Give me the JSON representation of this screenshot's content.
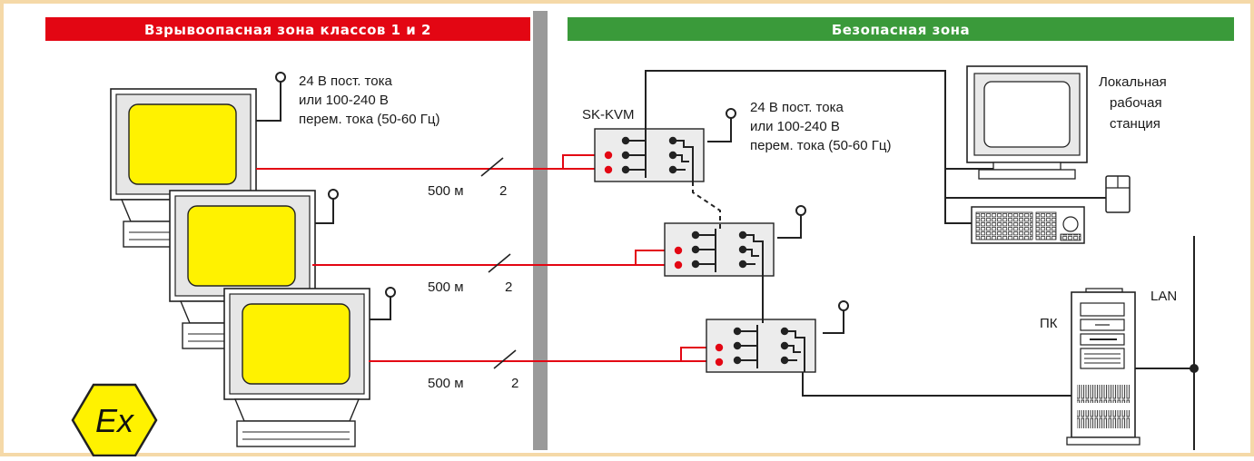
{
  "zones": {
    "hazardous_title": "Взрывоопасная зона классов 1 и 2",
    "safe_title": "Безопасная зона",
    "hazardous_color": "#e30613",
    "safe_color": "#3a9a3a"
  },
  "power_left": {
    "line1": "24 В пост. тока",
    "line2": "или 100-240 В",
    "line3": "перем. тока (50-60 Гц)"
  },
  "power_right": {
    "line1": "24 В пост. тока",
    "line2": "или 100-240 В",
    "line3": "перем. тока (50-60 Гц)"
  },
  "kvm_label": "SK-KVM",
  "workstation": {
    "line1": "Локальная",
    "line2": "рабочая",
    "line3": "станция"
  },
  "pc_label": "ПК",
  "lan_label": "LAN",
  "links": [
    {
      "distance": "500 м",
      "count": "2"
    },
    {
      "distance": "500 м",
      "count": "2"
    },
    {
      "distance": "500 м",
      "count": "2"
    }
  ],
  "ex_symbol": "Ex",
  "colors": {
    "border": "#f5d9a8",
    "signal_line": "#e30613",
    "divider": "#9a9a9a",
    "screen": "#fff200"
  }
}
